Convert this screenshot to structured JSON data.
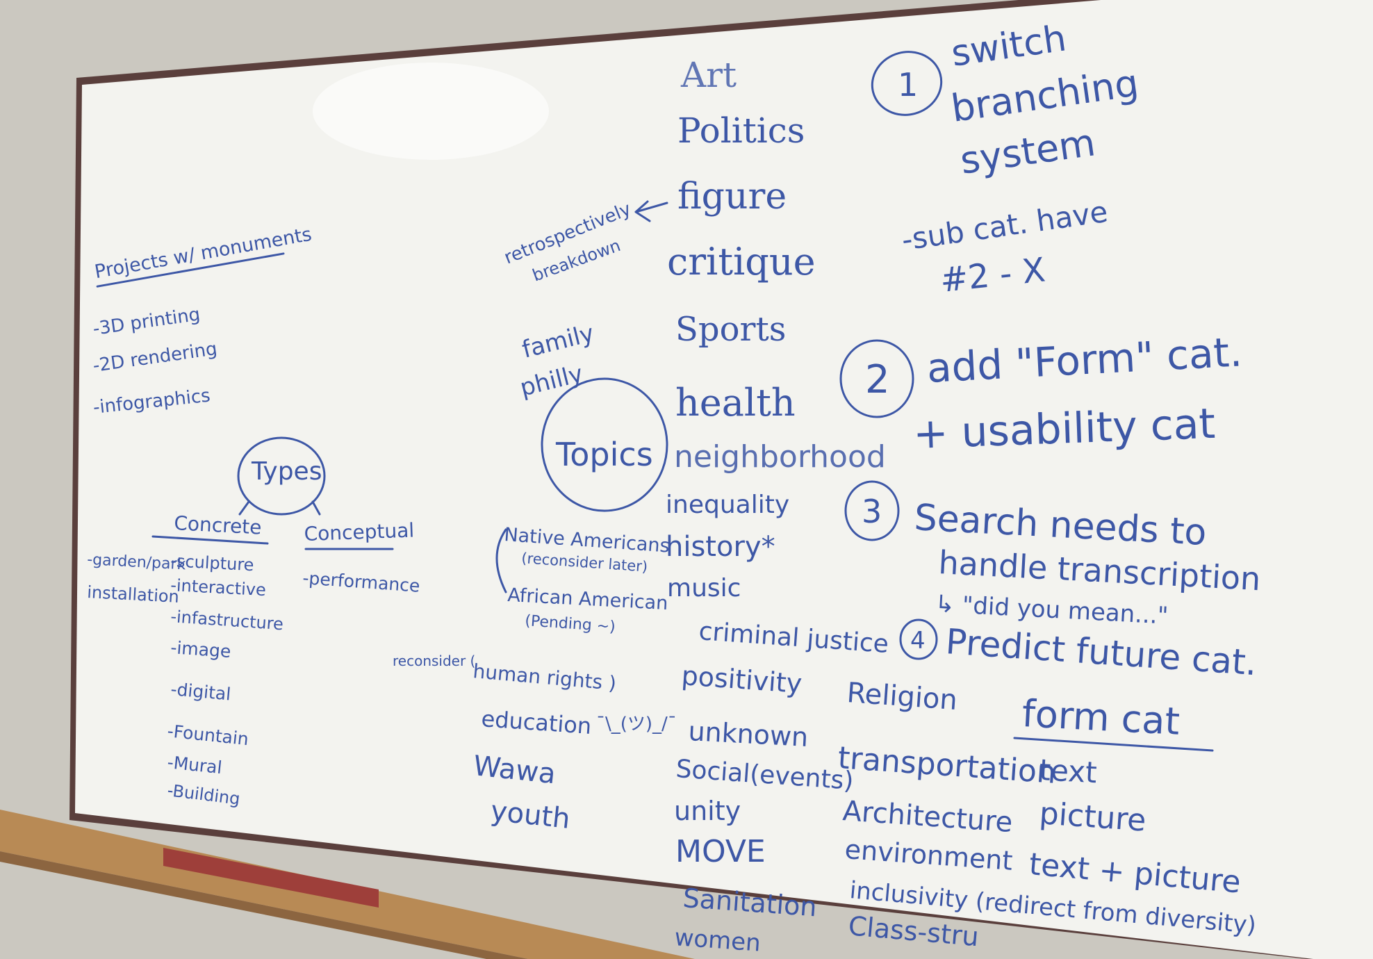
{
  "board": {
    "projects": {
      "heading": "Projects w/ monuments",
      "items": [
        "-3D printing",
        "-2D rendering",
        "-infographics"
      ]
    },
    "types": {
      "title": "Types",
      "concrete": {
        "label": "Concrete",
        "side": [
          "-garden/park",
          "installation"
        ],
        "items": [
          "-sculpture",
          "-interactive",
          "-infastructure",
          "-image",
          "-digital",
          "-Fountain",
          "-Mural",
          "-Building"
        ]
      },
      "conceptual": {
        "label": "Conceptual",
        "items": [
          "-performance"
        ]
      }
    },
    "notes": {
      "retrospectively": "retrospectively",
      "breakdown": "breakdown",
      "family": "family",
      "philly": "philly",
      "native": "Native Americans",
      "native_note": "(reconsider later)",
      "african": "African American",
      "african_note": "(Pending ~)",
      "reconsider": "reconsider (",
      "human_rights": "human rights )",
      "education": "education",
      "shrug": "¯\\_(ツ)_/¯",
      "wawa": "Wawa",
      "youth": "youth"
    },
    "topics": {
      "title": "Topics",
      "list": [
        "Art",
        "Politics",
        "figure",
        "critique",
        "Sports",
        "health",
        "neighborhood",
        "inequality",
        "history*",
        "music",
        "criminal justice",
        "positivity",
        "unknown",
        "Social(events)",
        "unity",
        "MOVE",
        "Sanitation",
        "women"
      ]
    },
    "todo": {
      "n1": "1",
      "t1": [
        "switch",
        "branching",
        "system"
      ],
      "subcat": [
        "-sub cat. have",
        "#2 - X"
      ],
      "n2": "2",
      "t2": [
        "add \"Form\" cat.",
        "+ usability cat"
      ],
      "n3": "3",
      "t3": [
        "Search needs to",
        "handle transcription"
      ],
      "t3b": "↳ \"did you mean...\"",
      "n4": "4",
      "t4": "Predict future cat."
    },
    "right_list": [
      "Religion",
      "transportation",
      "Architecture",
      "environment",
      "inclusivity (redirect from diversity)",
      "Class-stru"
    ],
    "form_cat": {
      "title": "form cat",
      "items": [
        "text",
        "picture",
        "text + picture"
      ]
    }
  },
  "colors": {
    "ink": "#3d57a6",
    "board": "#f3f3ef",
    "frame": "#5a3f3c",
    "ledge": "#b88a55",
    "wall": "#cbc8c0"
  }
}
